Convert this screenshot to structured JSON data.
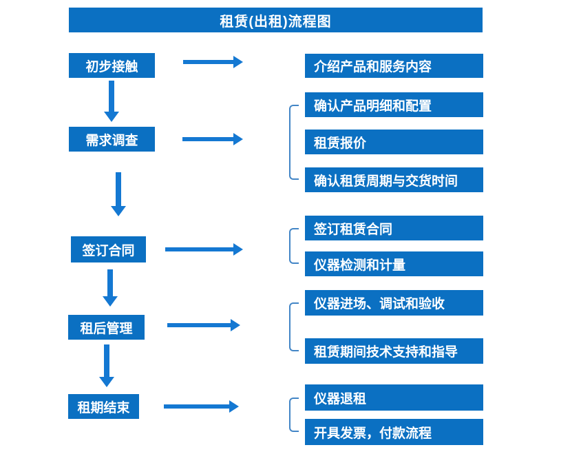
{
  "title": "租赁(出租)流程图",
  "colors": {
    "box_blue": "#0b70c2",
    "arrow_blue": "#1478d2",
    "bracket_blue": "#4285c6",
    "text": "#ffffff",
    "background": "#ffffff"
  },
  "steps": [
    {
      "label": "初步接触",
      "details": [
        "介绍产品和服务内容"
      ]
    },
    {
      "label": "需求调查",
      "details": [
        "确认产品明细和配置",
        "租赁报价",
        "确认租赁周期与交货时间"
      ]
    },
    {
      "label": "签订合同",
      "details": [
        "签订租赁合同",
        "仪器检测和计量"
      ]
    },
    {
      "label": "租后管理",
      "details": [
        "仪器进场、调试和验收",
        "租赁期间技术支持和指导"
      ]
    },
    {
      "label": "租期结束",
      "details": [
        "仪器退租",
        "开具发票，付款流程"
      ]
    }
  ],
  "flow": {
    "vertical_sequence": [
      "初步接触",
      "需求调查",
      "签订合同",
      "租后管理",
      "租期结束"
    ],
    "arrow_direction_main": "down",
    "arrow_direction_detail": "right"
  }
}
